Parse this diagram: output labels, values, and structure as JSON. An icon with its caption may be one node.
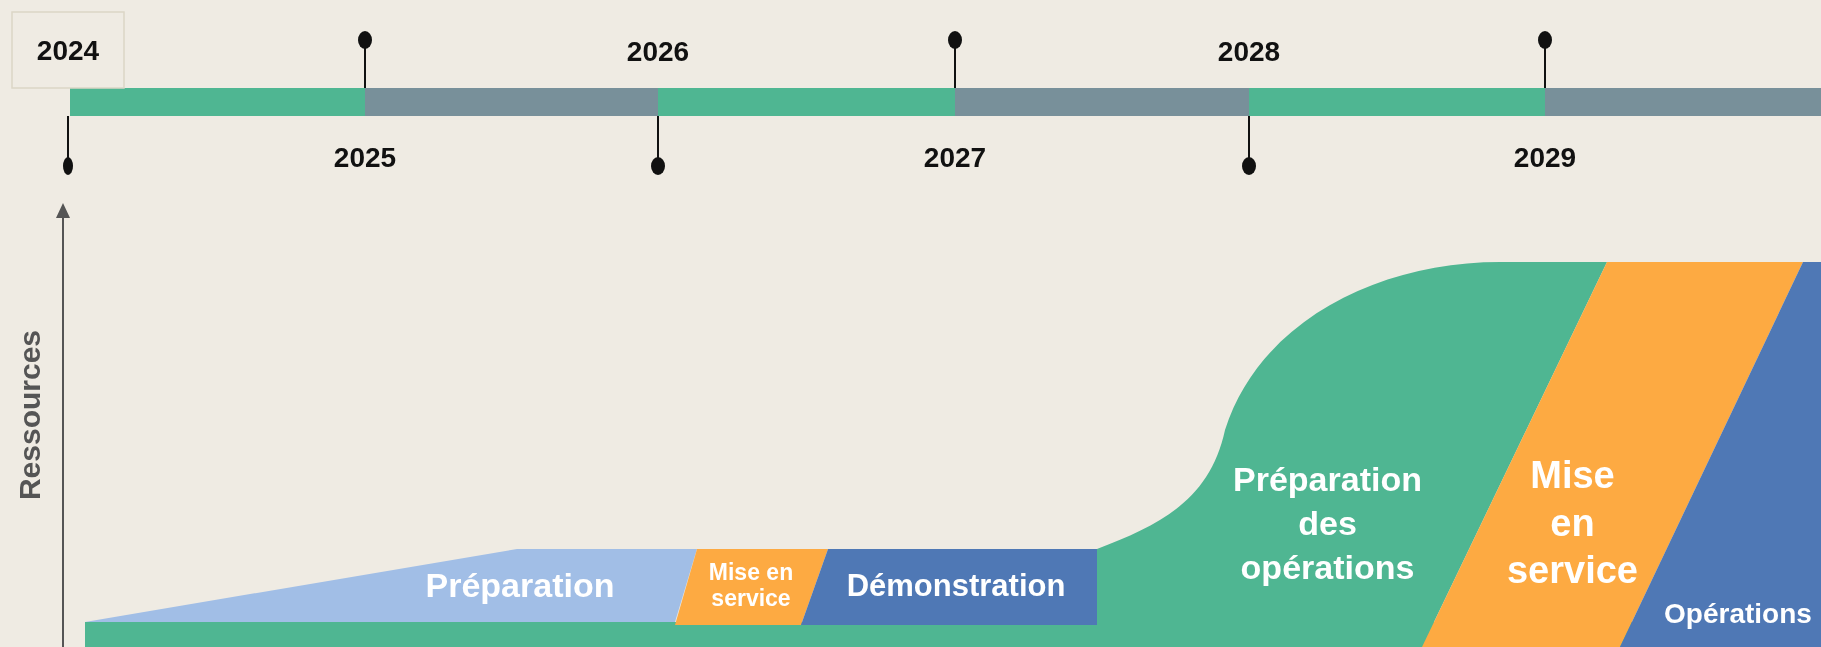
{
  "diagram": {
    "nodes": [
      {
        "text": [
          "2024"
        ]
      },
      {
        "text": [
          "Préparation"
        ]
      },
      {
        "text": [
          "Mise en service"
        ]
      },
      {
        "text": [
          "Démonstration"
        ]
      },
      {
        "text": [
          "Préparation des opérations"
        ]
      },
      {
        "text": [
          "Mise en service"
        ]
      },
      {
        "text": [
          "Opérations"
        ]
      },
      {
        "text": [],
        "shape": "bar"
      }
    ],
    "edges": [],
    "labels": [
      "2026",
      "2028",
      "2025",
      "2027",
      "2029",
      "Ressources"
    ]
  }
}
